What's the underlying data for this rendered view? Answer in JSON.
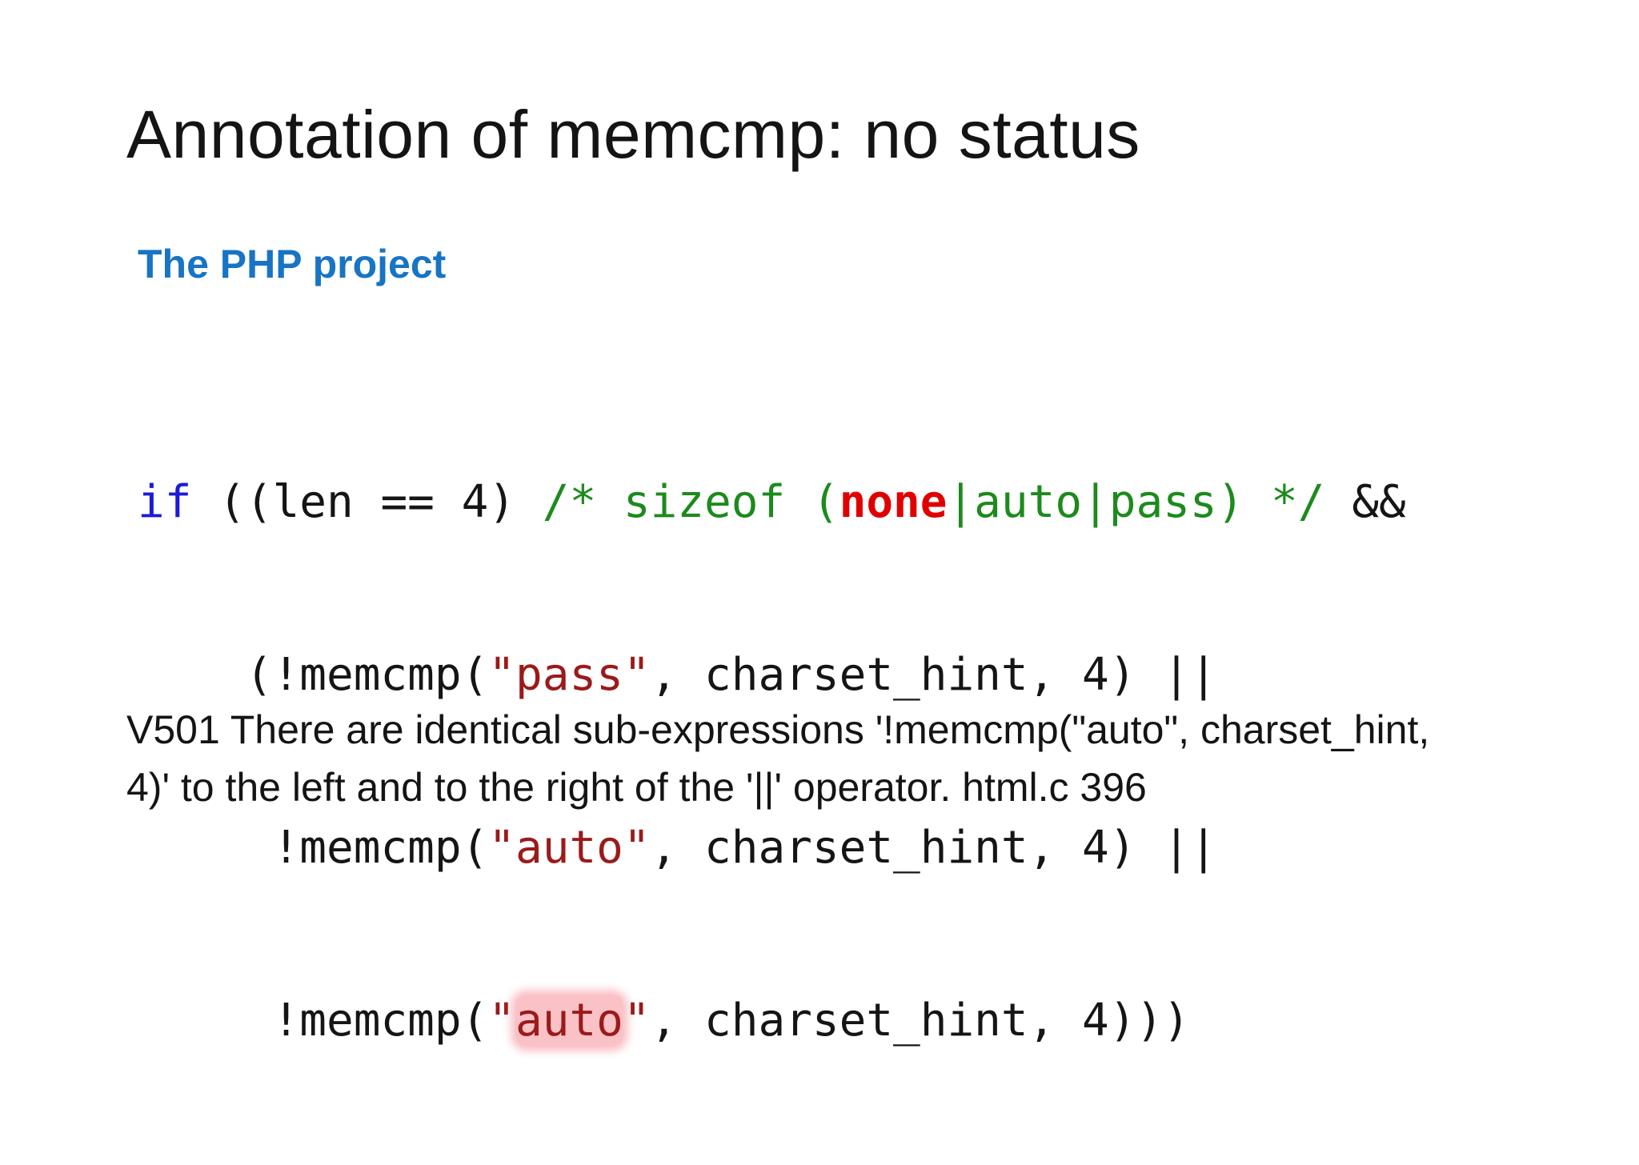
{
  "slide": {
    "title": "Annotation of memcmp: no status",
    "subtitle": "The PHP project"
  },
  "code": {
    "line1": {
      "keyword": "if",
      "pre": " ((len == 4) ",
      "comment_open": "/* sizeof (",
      "emphasis": "none",
      "comment_close": "|auto|pass) */",
      "post": " &&"
    },
    "line2": {
      "indent": "    ",
      "pre": "(!memcmp(",
      "string": "\"pass\"",
      "post": ", charset_hint, 4) ||"
    },
    "line3": {
      "indent": "     ",
      "pre": "!memcmp(",
      "string": "\"auto\"",
      "post": ", charset_hint, 4) ||"
    },
    "line4": {
      "indent": "     ",
      "pre": "!memcmp(",
      "quote_open": "\"",
      "highlight": "auto",
      "quote_close": "\"",
      "post": ", charset_hint, 4)))"
    }
  },
  "message": {
    "line1": "V501 There are identical sub-expressions '!memcmp(\"auto\", charset_hint,",
    "line2": "4)' to the left and to the right of the '||' operator. html.c 396"
  },
  "colors": {
    "subtitle": "#1874c4",
    "keyword": "#1b1bd8",
    "comment": "#1d8a1d",
    "string": "#9b1a1a",
    "emphasis": "#e00000",
    "highlight": "#f57882"
  }
}
